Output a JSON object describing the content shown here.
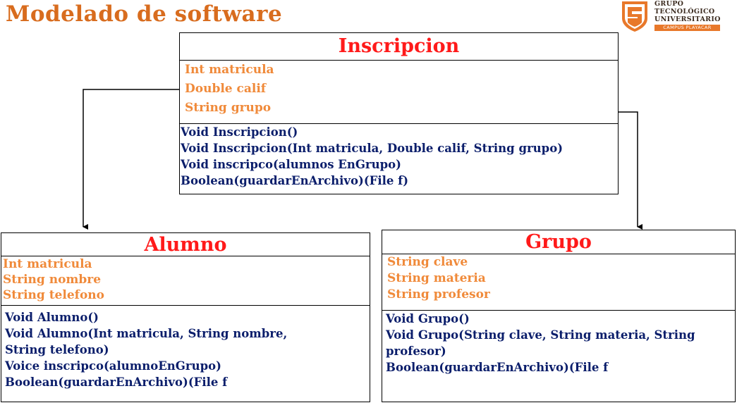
{
  "header": {
    "title": "Modelado de software",
    "logo": {
      "line1": "GRUPO",
      "line2": "TECNOLÓGICO",
      "line3": "UNIVERSITARIO",
      "campus": "CAMPUS PLAYACAR"
    }
  },
  "classes": {
    "inscripcion": {
      "name": "Inscripcion",
      "attributes": [
        "Int matricula",
        "Double calif",
        "String grupo"
      ],
      "methods": [
        "Void Inscripcion()",
        "Void Inscripcion(Int matricula, Double calif, String grupo)",
        "Void inscripco(alumnos EnGrupo)",
        "Boolean(guardarEnArchivo)(File f)"
      ]
    },
    "alumno": {
      "name": "Alumno",
      "attributes": [
        "Int matricula",
        "String nombre",
        "String telefono"
      ],
      "methods": [
        "Void Alumno()",
        "Void Alumno(Int matricula, String nombre, String telefono)",
        "Voice inscripco(alumnoEnGrupo)",
        "Boolean(guardarEnArchivo)(File f"
      ]
    },
    "grupo": {
      "name": "Grupo",
      "attributes": [
        "String clave",
        "String materia",
        "String profesor"
      ],
      "methods": [
        "Void Grupo()",
        "Void Grupo(String clave, String materia, String profesor)",
        "Boolean(guardarEnArchivo)(File f"
      ]
    }
  },
  "colors": {
    "title": "#d86c1e",
    "class_name": "#ff1a1a",
    "attributes": "#f08a3a",
    "methods": "#0b1e6b"
  }
}
